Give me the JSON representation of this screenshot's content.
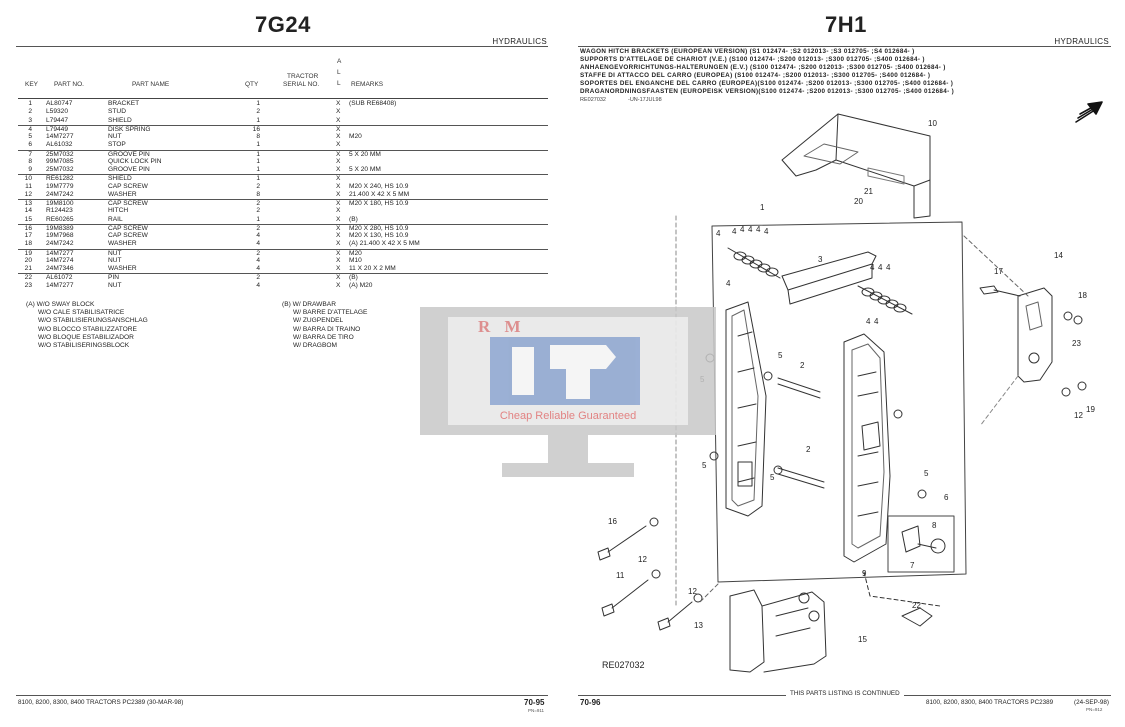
{
  "left": {
    "title": "7G24",
    "section": "HYDRAULICS",
    "headers": {
      "key": "KEY",
      "part_no": "PART NO.",
      "part_name": "PART NAME",
      "qty": "QTY",
      "tractor_line1": "TRACTOR",
      "tractor_line2": "SERIAL NO.",
      "all_a": "A",
      "all_l1": "L",
      "all_l2": "L",
      "remarks": "REMARKS"
    },
    "rows": [
      {
        "key": "1",
        "part": "AL80747",
        "name": "BRACKET",
        "qty": "1",
        "all": "X",
        "rem": "(SUB RE68408)",
        "grp": false
      },
      {
        "key": "2",
        "part": "L59320",
        "name": "STUD",
        "qty": "2",
        "all": "X",
        "rem": "",
        "grp": false
      },
      {
        "key": "3",
        "part": "L79447",
        "name": "SHIELD",
        "qty": "1",
        "all": "X",
        "rem": "",
        "grp": false
      },
      {
        "key": "4",
        "part": "L79449",
        "name": "DISK SPRING",
        "qty": "16",
        "all": "X",
        "rem": "",
        "grp": true
      },
      {
        "key": "5",
        "part": "14M7277",
        "name": "NUT",
        "qty": "8",
        "all": "X",
        "rem": "M20",
        "grp": false
      },
      {
        "key": "6",
        "part": "AL61032",
        "name": "STOP",
        "qty": "1",
        "all": "X",
        "rem": "",
        "grp": false
      },
      {
        "key": "7",
        "part": "25M7032",
        "name": "GROOVE PIN",
        "qty": "1",
        "all": "X",
        "rem": "5 X 20 MM",
        "grp": true
      },
      {
        "key": "8",
        "part": "99M7085",
        "name": "QUICK LOCK PIN",
        "qty": "1",
        "all": "X",
        "rem": "",
        "grp": false
      },
      {
        "key": "9",
        "part": "25M7032",
        "name": "GROOVE PIN",
        "qty": "1",
        "all": "X",
        "rem": "5 X 20 MM",
        "grp": false
      },
      {
        "key": "10",
        "part": "RE61282",
        "name": "SHIELD",
        "qty": "1",
        "all": "X",
        "rem": "",
        "grp": true
      },
      {
        "key": "11",
        "part": "19M7779",
        "name": "CAP SCREW",
        "qty": "2",
        "all": "X",
        "rem": "M20 X 240, HS 10.9",
        "grp": false
      },
      {
        "key": "12",
        "part": "24M7242",
        "name": "WASHER",
        "qty": "8",
        "all": "X",
        "rem": "21.400 X 42 X 5 MM",
        "grp": false
      },
      {
        "key": "13",
        "part": "19M8100",
        "name": "CAP SCREW",
        "qty": "2",
        "all": "X",
        "rem": "M20 X 180, HS 10.9",
        "grp": true
      },
      {
        "key": "14",
        "part": "R124423",
        "name": "HITCH",
        "qty": "2",
        "all": "X",
        "rem": "",
        "grp": false
      },
      {
        "key": "15",
        "part": "RE60265",
        "name": "RAIL",
        "qty": "1",
        "all": "X",
        "rem": "(B)",
        "grp": false
      },
      {
        "key": "16",
        "part": "19M8389",
        "name": "CAP SCREW",
        "qty": "2",
        "all": "X",
        "rem": "M20 X 280, HS 10.9",
        "grp": true
      },
      {
        "key": "17",
        "part": "19M7968",
        "name": "CAP SCREW",
        "qty": "4",
        "all": "X",
        "rem": "M20 X 130, HS 10.9",
        "grp": false
      },
      {
        "key": "18",
        "part": "24M7242",
        "name": "WASHER",
        "qty": "4",
        "all": "X",
        "rem": "(A) 21.400 X 42 X 5 MM",
        "grp": false
      },
      {
        "key": "19",
        "part": "14M7277",
        "name": "NUT",
        "qty": "2",
        "all": "X",
        "rem": "M20",
        "grp": true
      },
      {
        "key": "20",
        "part": "14M7274",
        "name": "NUT",
        "qty": "4",
        "all": "X",
        "rem": "M10",
        "grp": false
      },
      {
        "key": "21",
        "part": "24M7346",
        "name": "WASHER",
        "qty": "4",
        "all": "X",
        "rem": "11 X 20 X 2 MM",
        "grp": false
      },
      {
        "key": "22",
        "part": "AL61072",
        "name": "PIN",
        "qty": "2",
        "all": "X",
        "rem": "(B)",
        "grp": true
      },
      {
        "key": "23",
        "part": "14M7277",
        "name": "NUT",
        "qty": "4",
        "all": "X",
        "rem": "(A) M20",
        "grp": false
      }
    ],
    "notes_a": [
      "(A) W/O SWAY BLOCK",
      "W/O CALE STABILISATRICE",
      "W/O STABILISIERUNGSANSCHLAG",
      "W/O BLOCCO STABILIZZATORE",
      "W/O BLOQUE ESTABILIZADOR",
      "W/O STABILISERINGSBLOCK"
    ],
    "notes_b": [
      "(B) W/ DRAWBAR",
      "W/ BARRE D'ATTELAGE",
      "W/ ZUGPENDEL",
      "W/ BARRA DI TRAINO",
      "W/ BARRA DE TIRO",
      "W/ DRAGBOM"
    ],
    "footer": "8100, 8200, 8300, 8400 TRACTORS   PC2389     (30-MAR-98)",
    "page_no": "70-95",
    "page_sub": "PN=911"
  },
  "right": {
    "title": "7H1",
    "section": "HYDRAULICS",
    "captions": [
      "WAGON HITCH BRACKETS (EUROPEAN VERSION) (S1 012474- ;S2 012013- ;S3 012705- ;S4 012684- )",
      "SUPPORTS D'ATTELAGE DE CHARIOT (V.E.) (S100 012474- ;S200 012013- ;S300 012705- ;S400 012684- )",
      "ANHAENGEVORRICHTUNGS-HALTERUNGEN (E.V.) (S100 012474- ;S200 012013- ;S300 012705- ;S400 012684- )",
      "STAFFE DI ATTACCO DEL CARRO (EUROPEA) (S100 012474- ;S200 012013- ;S300 012705- ;S400 012684- )",
      "SOPORTES DEL ENGANCHE DEL CARRO (EUROPEA)(S100 012474- ;S200 012013- ;S300 012705- ;S400 012684- )",
      "DRAGANORDNINGSFAASTEN (EUROPEISK VERSION)(S100 012474- ;S200 012013- ;S300 012705- ;S400 012684- )"
    ],
    "ref_code": "RE027032",
    "ref_date": "-UN-17JUL98",
    "diagram_code": "RE027032",
    "callouts": [
      "1",
      "2",
      "2",
      "3",
      "4",
      "4",
      "4",
      "4",
      "4",
      "4",
      "4",
      "4",
      "4",
      "4",
      "4",
      "4",
      "5",
      "5",
      "5",
      "5",
      "5",
      "6",
      "7",
      "8",
      "9",
      "10",
      "11",
      "12",
      "12",
      "12",
      "13",
      "14",
      "15",
      "16",
      "17",
      "18",
      "19",
      "20",
      "21",
      "22",
      "23"
    ],
    "continued": "THIS PARTS LISTING IS CONTINUED",
    "footer": "8100, 8200, 8300, 8400 TRACTORS   PC2389",
    "footer_date": "(24-SEP-98)",
    "page_no": "70-96",
    "page_sub": "PN=912"
  },
  "watermark": {
    "brand": "R M",
    "tagline": "Cheap Reliable Guaranteed"
  }
}
